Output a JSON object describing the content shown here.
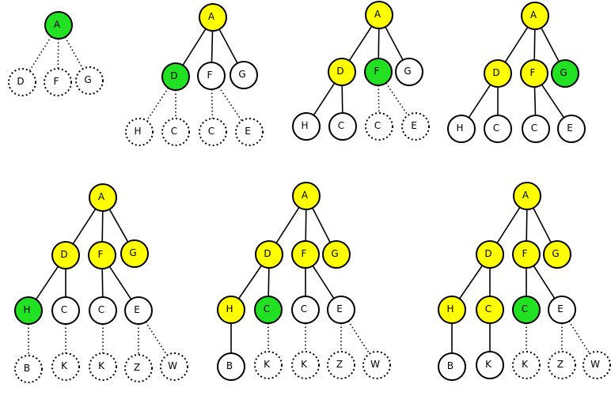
{
  "colors": {
    "current": "#22e022",
    "visited": "#ffff00",
    "unvisited": "#ffffff",
    "stroke": "#000000"
  },
  "trees": [
    {
      "name": "step-1",
      "nodes": [
        {
          "id": "A",
          "label": "A",
          "state": "current",
          "style": "solid"
        },
        {
          "id": "D",
          "label": "D",
          "state": "unvisited",
          "style": "dotted"
        },
        {
          "id": "F",
          "label": "F",
          "state": "unvisited",
          "style": "dotted"
        },
        {
          "id": "G",
          "label": "G",
          "state": "unvisited",
          "style": "dotted"
        }
      ],
      "edges": [
        [
          "A",
          "D",
          "dotted"
        ],
        [
          "A",
          "F",
          "dotted"
        ],
        [
          "A",
          "G",
          "dotted"
        ]
      ]
    },
    {
      "name": "step-2",
      "nodes": [
        {
          "id": "A",
          "label": "A",
          "state": "visited",
          "style": "solid"
        },
        {
          "id": "D",
          "label": "D",
          "state": "current",
          "style": "solid"
        },
        {
          "id": "F",
          "label": "F",
          "state": "unvisited",
          "style": "solid"
        },
        {
          "id": "G",
          "label": "G",
          "state": "unvisited",
          "style": "solid"
        },
        {
          "id": "H",
          "label": "H",
          "state": "unvisited",
          "style": "dotted"
        },
        {
          "id": "C1",
          "label": "C",
          "state": "unvisited",
          "style": "dotted"
        },
        {
          "id": "C2",
          "label": "C",
          "state": "unvisited",
          "style": "dotted"
        },
        {
          "id": "E",
          "label": "E",
          "state": "unvisited",
          "style": "dotted"
        }
      ],
      "edges": [
        [
          "A",
          "D",
          "solid"
        ],
        [
          "A",
          "F",
          "solid"
        ],
        [
          "A",
          "G",
          "solid"
        ],
        [
          "D",
          "H",
          "dotted"
        ],
        [
          "D",
          "C1",
          "dotted"
        ],
        [
          "F",
          "C2",
          "dotted"
        ],
        [
          "F",
          "E",
          "dotted"
        ]
      ]
    },
    {
      "name": "step-3",
      "nodes": [
        {
          "id": "A",
          "label": "A",
          "state": "visited",
          "style": "solid"
        },
        {
          "id": "D",
          "label": "D",
          "state": "visited",
          "style": "solid"
        },
        {
          "id": "F",
          "label": "F",
          "state": "current",
          "style": "solid"
        },
        {
          "id": "G",
          "label": "G",
          "state": "unvisited",
          "style": "solid"
        },
        {
          "id": "H",
          "label": "H",
          "state": "unvisited",
          "style": "solid"
        },
        {
          "id": "C1",
          "label": "C",
          "state": "unvisited",
          "style": "solid"
        },
        {
          "id": "C2",
          "label": "C",
          "state": "unvisited",
          "style": "dotted"
        },
        {
          "id": "E",
          "label": "E",
          "state": "unvisited",
          "style": "dotted"
        }
      ],
      "edges": [
        [
          "A",
          "D",
          "solid"
        ],
        [
          "A",
          "F",
          "solid"
        ],
        [
          "A",
          "G",
          "solid"
        ],
        [
          "D",
          "H",
          "solid"
        ],
        [
          "D",
          "C1",
          "solid"
        ],
        [
          "F",
          "C2",
          "dotted"
        ],
        [
          "F",
          "E",
          "dotted"
        ]
      ]
    },
    {
      "name": "step-4",
      "nodes": [
        {
          "id": "A",
          "label": "A",
          "state": "visited",
          "style": "solid"
        },
        {
          "id": "D",
          "label": "D",
          "state": "visited",
          "style": "solid"
        },
        {
          "id": "F",
          "label": "F",
          "state": "visited",
          "style": "solid"
        },
        {
          "id": "G",
          "label": "G",
          "state": "current",
          "style": "solid"
        },
        {
          "id": "H",
          "label": "H",
          "state": "unvisited",
          "style": "solid"
        },
        {
          "id": "C1",
          "label": "C",
          "state": "unvisited",
          "style": "solid"
        },
        {
          "id": "C2",
          "label": "C",
          "state": "unvisited",
          "style": "solid"
        },
        {
          "id": "E",
          "label": "E",
          "state": "unvisited",
          "style": "solid"
        }
      ],
      "edges": [
        [
          "A",
          "D",
          "solid"
        ],
        [
          "A",
          "F",
          "solid"
        ],
        [
          "A",
          "G",
          "solid"
        ],
        [
          "D",
          "H",
          "solid"
        ],
        [
          "D",
          "C1",
          "solid"
        ],
        [
          "F",
          "C2",
          "solid"
        ],
        [
          "F",
          "E",
          "solid"
        ]
      ]
    },
    {
      "name": "step-5",
      "nodes": [
        {
          "id": "A",
          "label": "A",
          "state": "visited",
          "style": "solid"
        },
        {
          "id": "D",
          "label": "D",
          "state": "visited",
          "style": "solid"
        },
        {
          "id": "F",
          "label": "F",
          "state": "visited",
          "style": "solid"
        },
        {
          "id": "G",
          "label": "G",
          "state": "visited",
          "style": "solid"
        },
        {
          "id": "H",
          "label": "H",
          "state": "current",
          "style": "solid"
        },
        {
          "id": "C1",
          "label": "C",
          "state": "unvisited",
          "style": "solid"
        },
        {
          "id": "C2",
          "label": "C",
          "state": "unvisited",
          "style": "solid"
        },
        {
          "id": "E",
          "label": "E",
          "state": "unvisited",
          "style": "solid"
        },
        {
          "id": "B",
          "label": "B",
          "state": "unvisited",
          "style": "dotted"
        },
        {
          "id": "K1",
          "label": "K",
          "state": "unvisited",
          "style": "dotted"
        },
        {
          "id": "K2",
          "label": "K",
          "state": "unvisited",
          "style": "dotted"
        },
        {
          "id": "Z",
          "label": "Z",
          "state": "unvisited",
          "style": "dotted"
        },
        {
          "id": "W",
          "label": "W",
          "state": "unvisited",
          "style": "dotted"
        }
      ],
      "edges": [
        [
          "A",
          "D",
          "solid"
        ],
        [
          "A",
          "F",
          "solid"
        ],
        [
          "A",
          "G",
          "solid"
        ],
        [
          "D",
          "H",
          "solid"
        ],
        [
          "D",
          "C1",
          "solid"
        ],
        [
          "F",
          "C2",
          "solid"
        ],
        [
          "F",
          "E",
          "solid"
        ],
        [
          "H",
          "B",
          "dotted"
        ],
        [
          "C1",
          "K1",
          "dotted"
        ],
        [
          "C2",
          "K2",
          "dotted"
        ],
        [
          "E",
          "Z",
          "dotted"
        ],
        [
          "E",
          "W",
          "dotted"
        ]
      ]
    },
    {
      "name": "step-6",
      "nodes": [
        {
          "id": "A",
          "label": "A",
          "state": "visited",
          "style": "solid"
        },
        {
          "id": "D",
          "label": "D",
          "state": "visited",
          "style": "solid"
        },
        {
          "id": "F",
          "label": "F",
          "state": "visited",
          "style": "solid"
        },
        {
          "id": "G",
          "label": "G",
          "state": "visited",
          "style": "solid"
        },
        {
          "id": "H",
          "label": "H",
          "state": "visited",
          "style": "solid"
        },
        {
          "id": "C1",
          "label": "C",
          "state": "current",
          "style": "solid"
        },
        {
          "id": "C2",
          "label": "C",
          "state": "unvisited",
          "style": "solid"
        },
        {
          "id": "E",
          "label": "E",
          "state": "unvisited",
          "style": "solid"
        },
        {
          "id": "B",
          "label": "B",
          "state": "unvisited",
          "style": "solid"
        },
        {
          "id": "K1",
          "label": "K",
          "state": "unvisited",
          "style": "dotted"
        },
        {
          "id": "K2",
          "label": "K",
          "state": "unvisited",
          "style": "dotted"
        },
        {
          "id": "Z",
          "label": "Z",
          "state": "unvisited",
          "style": "dotted"
        },
        {
          "id": "W",
          "label": "W",
          "state": "unvisited",
          "style": "dotted"
        }
      ],
      "edges": [
        [
          "A",
          "D",
          "solid"
        ],
        [
          "A",
          "F",
          "solid"
        ],
        [
          "A",
          "G",
          "solid"
        ],
        [
          "D",
          "H",
          "solid"
        ],
        [
          "D",
          "C1",
          "solid"
        ],
        [
          "F",
          "C2",
          "solid"
        ],
        [
          "F",
          "E",
          "solid"
        ],
        [
          "H",
          "B",
          "solid"
        ],
        [
          "C1",
          "K1",
          "dotted"
        ],
        [
          "C2",
          "K2",
          "dotted"
        ],
        [
          "E",
          "Z",
          "dotted"
        ],
        [
          "E",
          "W",
          "dotted"
        ]
      ]
    },
    {
      "name": "step-7",
      "nodes": [
        {
          "id": "A",
          "label": "A",
          "state": "visited",
          "style": "solid"
        },
        {
          "id": "D",
          "label": "D",
          "state": "visited",
          "style": "solid"
        },
        {
          "id": "F",
          "label": "F",
          "state": "visited",
          "style": "solid"
        },
        {
          "id": "G",
          "label": "G",
          "state": "visited",
          "style": "solid"
        },
        {
          "id": "H",
          "label": "H",
          "state": "visited",
          "style": "solid"
        },
        {
          "id": "C1",
          "label": "C",
          "state": "visited",
          "style": "solid"
        },
        {
          "id": "C2",
          "label": "C",
          "state": "current",
          "style": "solid"
        },
        {
          "id": "E",
          "label": "E",
          "state": "unvisited",
          "style": "solid"
        },
        {
          "id": "B",
          "label": "B",
          "state": "unvisited",
          "style": "solid"
        },
        {
          "id": "K1",
          "label": "K",
          "state": "unvisited",
          "style": "solid"
        },
        {
          "id": "K2",
          "label": "K",
          "state": "unvisited",
          "style": "dotted"
        },
        {
          "id": "Z",
          "label": "Z",
          "state": "unvisited",
          "style": "dotted"
        },
        {
          "id": "W",
          "label": "W",
          "state": "unvisited",
          "style": "dotted"
        }
      ],
      "edges": [
        [
          "A",
          "D",
          "solid"
        ],
        [
          "A",
          "F",
          "solid"
        ],
        [
          "A",
          "G",
          "solid"
        ],
        [
          "D",
          "H",
          "solid"
        ],
        [
          "D",
          "C1",
          "solid"
        ],
        [
          "F",
          "C2",
          "solid"
        ],
        [
          "F",
          "E",
          "solid"
        ],
        [
          "H",
          "B",
          "solid"
        ],
        [
          "C1",
          "K1",
          "solid"
        ],
        [
          "C2",
          "K2",
          "dotted"
        ],
        [
          "E",
          "Z",
          "dotted"
        ],
        [
          "E",
          "W",
          "dotted"
        ]
      ]
    }
  ]
}
